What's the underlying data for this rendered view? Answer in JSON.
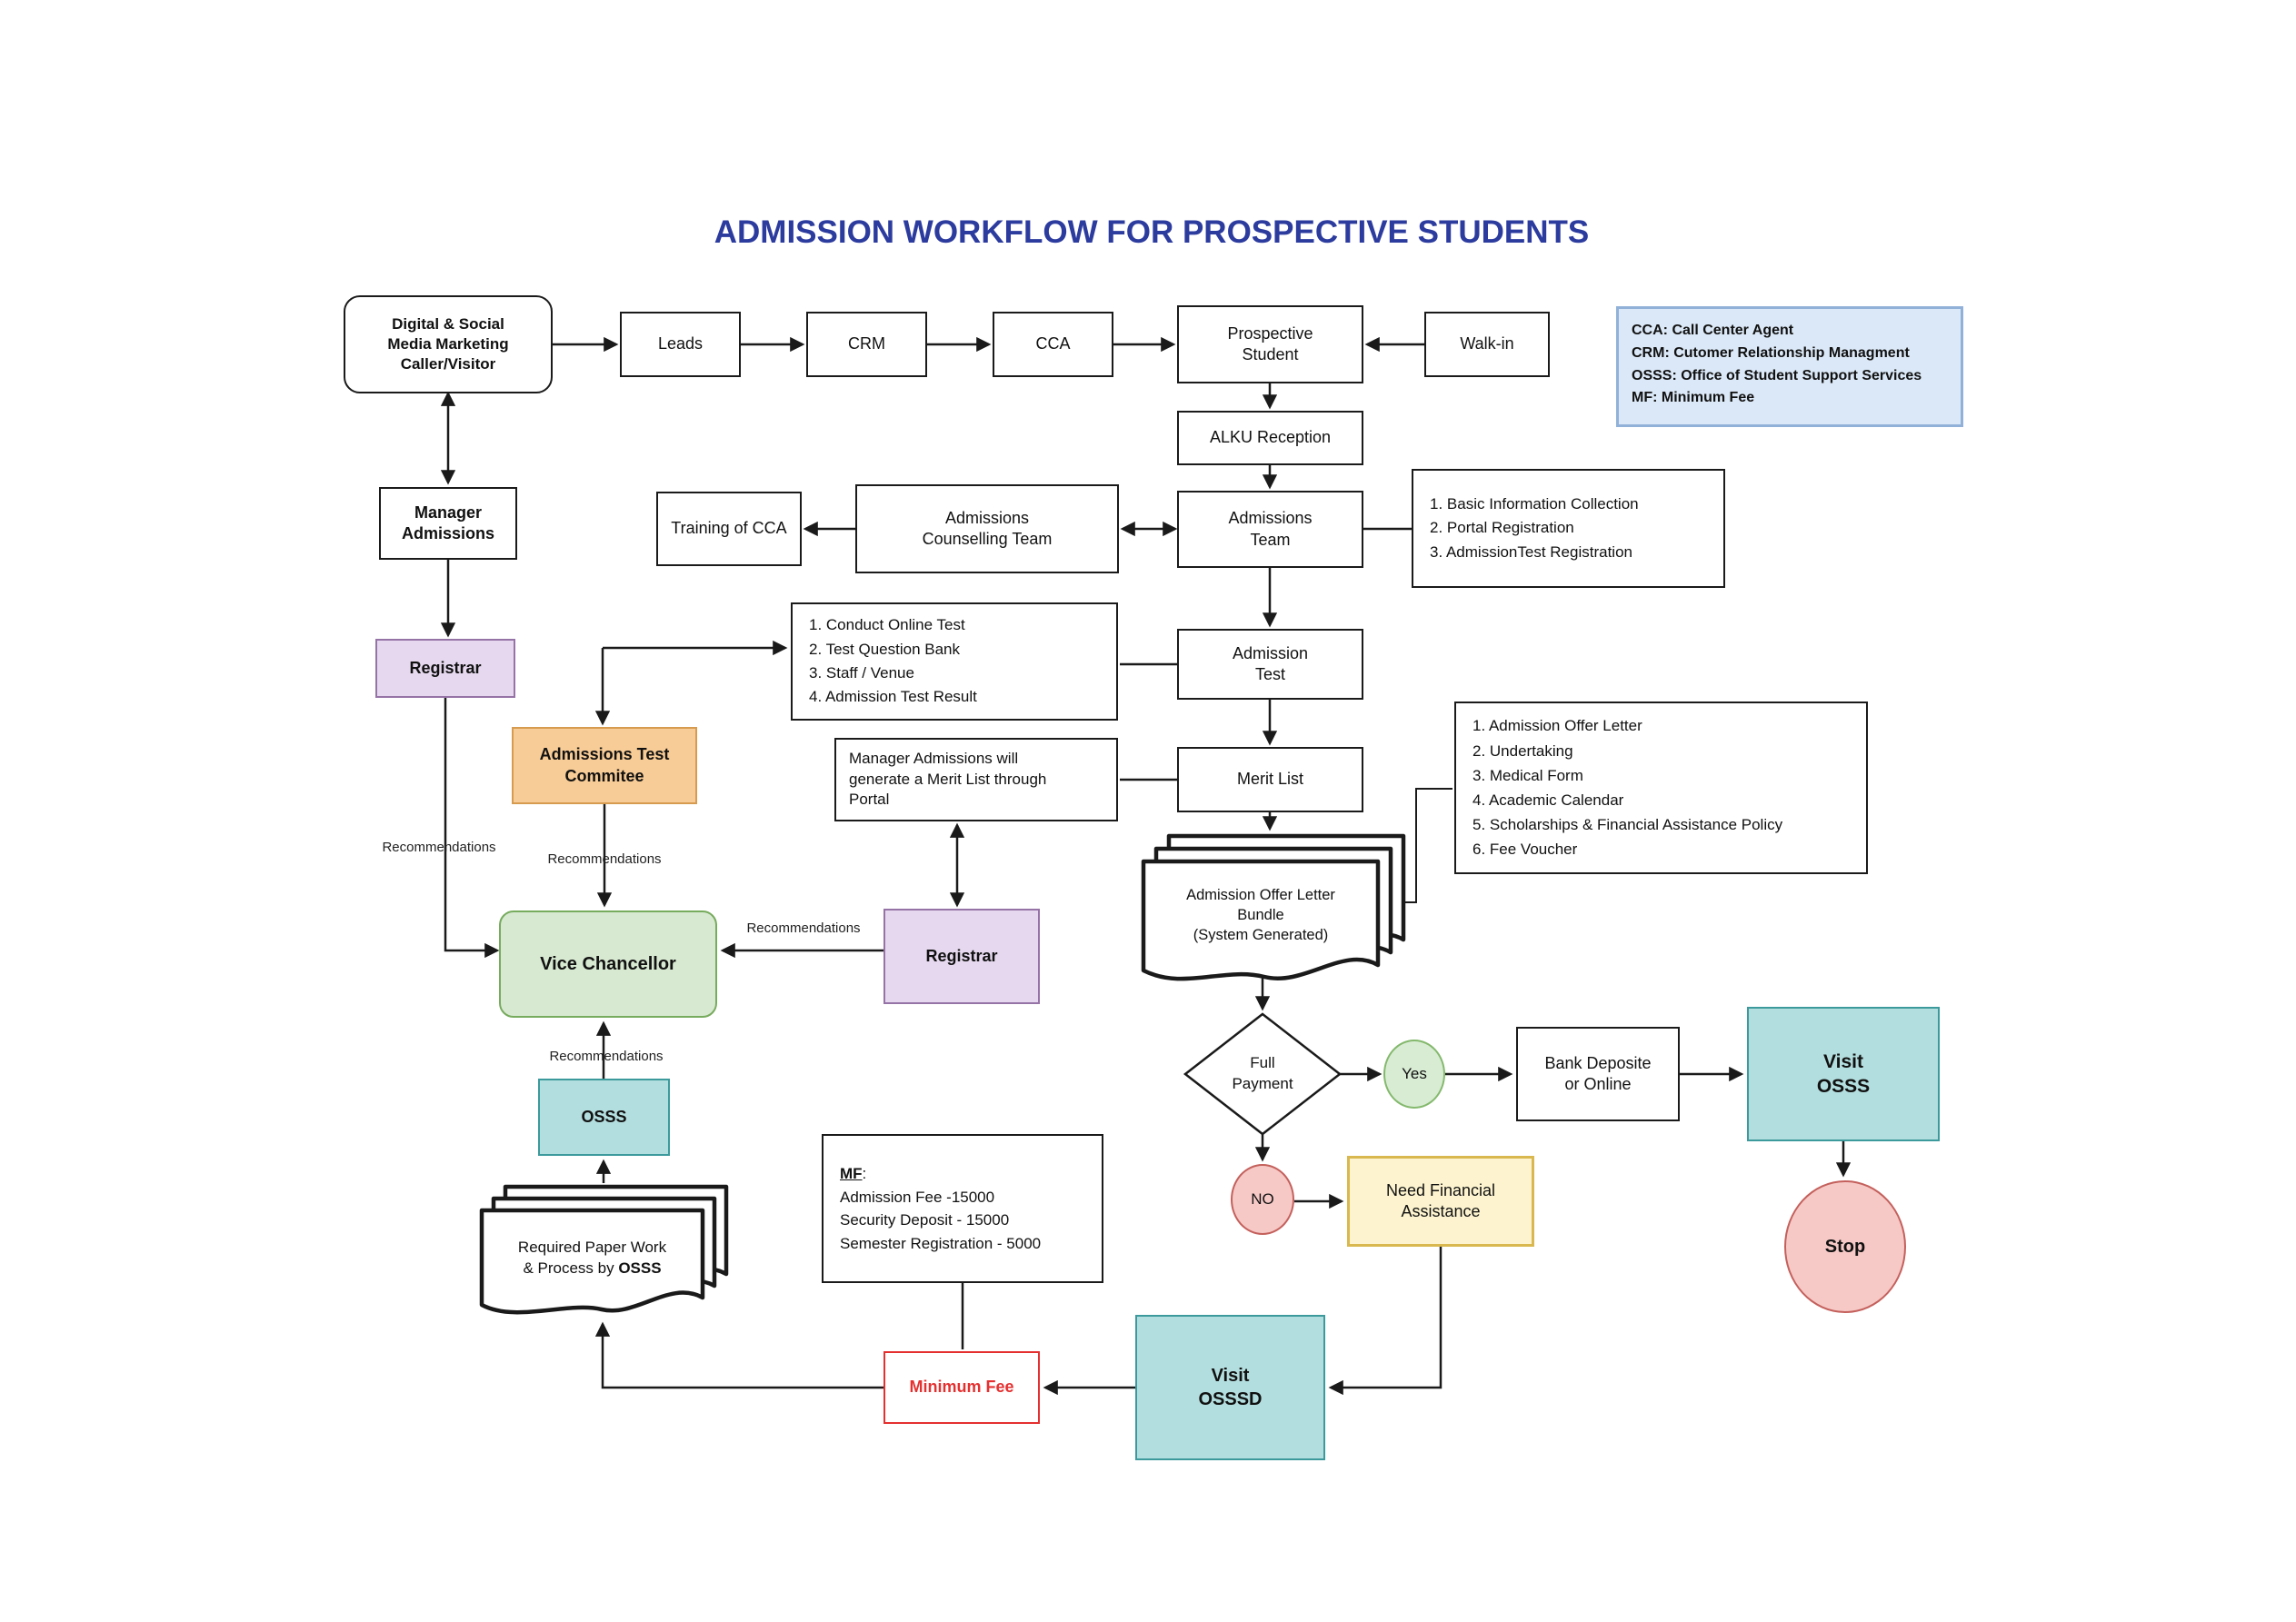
{
  "title": "ADMISSION WORKFLOW FOR PROSPECTIVE STUDENTS",
  "legend": {
    "lines": [
      "CCA: Call Center Agent",
      "CRM: Cutomer Relationship Managment",
      "OSSS: Office of Student Support Services",
      "MF: Minimum Fee"
    ]
  },
  "nodes": {
    "digital": "Digital & Social\nMedia Marketing\nCaller/Visitor",
    "leads": "Leads",
    "crm": "CRM",
    "cca": "CCA",
    "prospective": "Prospective\nStudent",
    "walkin": "Walk-in",
    "alku": "ALKU Reception",
    "manager": "Manager\nAdmissions",
    "training": "Training of CCA",
    "counselling": "Admissions\nCounselling Team",
    "admissions_team": "Admissions\nTeam",
    "admission_test": "Admission\nTest",
    "merit_list": "Merit List",
    "committee": "Admissions Test\nCommitee",
    "merit_note": "Manager Admissions will\ngenerate a Merit List through\nPortal",
    "registrar_left": "Registrar",
    "registrar_mid": "Registrar",
    "vice_chancellor": "Vice Chancellor",
    "osss": "OSSS",
    "bundle": "Admission Offer Letter\nBundle\n(System Generated)",
    "paperwork_line1": "Required Paper Work",
    "paperwork_line2_prefix": "& Process by ",
    "paperwork_line2_bold": "OSSS",
    "full_payment": "Full\nPayment",
    "yes": "Yes",
    "no": "NO",
    "bank": "Bank Deposite\nor Online",
    "visit_osss": "Visit\nOSSS",
    "stop": "Stop",
    "need_financial": "Need Financial\nAssistance",
    "visit_osssd": "Visit\nOSSSD",
    "minimum_fee": "Minimum Fee"
  },
  "lists": {
    "portal_steps": [
      "1. Basic Information Collection",
      "2. Portal Registration",
      "3. AdmissionTest Registration"
    ],
    "test_steps": [
      "1. Conduct Online Test",
      "2. Test Question Bank",
      "3. Staff / Venue",
      "4. Admission Test Result"
    ],
    "offer_items": [
      "1. Admission Offer Letter",
      "2. Undertaking",
      "3. Medical Form",
      "4. Academic Calendar",
      "5. Scholarships & Financial Assistance Policy",
      "6. Fee Voucher"
    ],
    "mf_heading": "MF",
    "mf_colon": ":",
    "mf_lines": [
      "Admission Fee -15000",
      "Security Deposit - 15000",
      "Semester Registration - 5000"
    ]
  },
  "labels": {
    "recommendations": "Recommendations"
  },
  "colors": {
    "title_navy": "#2c3b9e",
    "legend_fill": "#dbe8f7",
    "legend_border": "#92b1d9",
    "purple_fill": "#e6d9ef",
    "purple_border": "#9673a6",
    "orange_fill": "#f8cc96",
    "orange_border": "#d79b50",
    "green_fill": "#d7e9d1",
    "green_border": "#77ab5d",
    "teal_fill": "#b3dedf",
    "teal_border": "#3d9a9c",
    "pink_fill": "#f6c9c6",
    "pink_border": "#c4605c",
    "yellow_fill": "#fdf4cf",
    "yellow_border": "#d9b84f",
    "red_accent": "#e53030",
    "line_black": "#1a1a1a"
  }
}
